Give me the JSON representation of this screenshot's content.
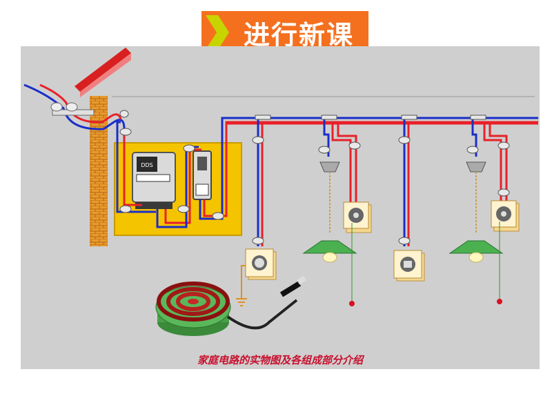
{
  "header": {
    "title": "进行新课"
  },
  "diagram": {
    "caption": "家庭电路的实物图及各组成部分介绍",
    "meter_brand": "DDS",
    "colors": {
      "live_wire": "#e8202a",
      "neutral_wire": "#1a2ec8",
      "ground_wire": "#e09020",
      "panel": "#f5c400",
      "wall_brick": "#e89a2c",
      "roof": "#d82020",
      "background": "#cfcfcf",
      "title_box": "#f4701f",
      "title_arrow": "#c8d400"
    },
    "icons": {
      "meter": "energy-meter-icon",
      "breaker": "fuse-box-icon",
      "lamp": "pendant-lamp-icon",
      "switch": "pull-switch-icon",
      "socket": "wall-socket-icon",
      "stove": "electric-hotplate-icon"
    }
  }
}
